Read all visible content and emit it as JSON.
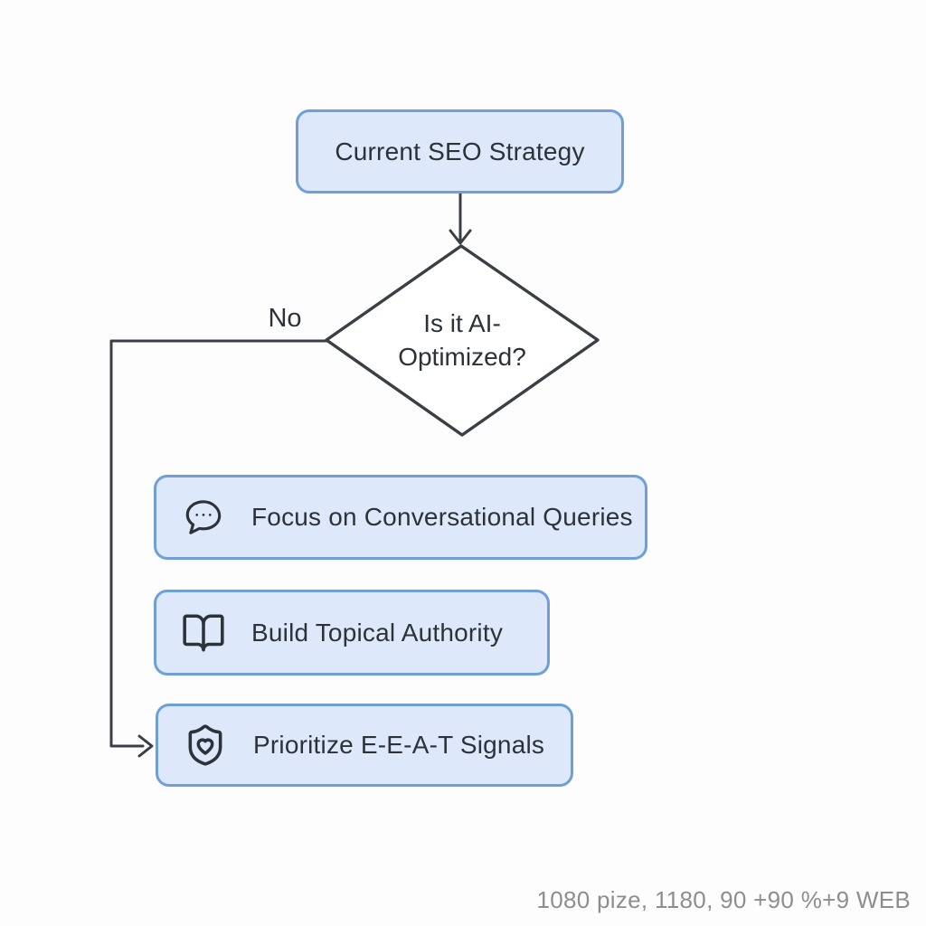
{
  "diagram": {
    "start_node": {
      "label": "Current SEO Strategy"
    },
    "decision_node": {
      "label": "Is it AI-Optimized?"
    },
    "no_edge_label": "No",
    "action_nodes": [
      {
        "icon": "chat-bubble-icon",
        "label": "Focus on Conversational Queries"
      },
      {
        "icon": "open-book-icon",
        "label": "Build Topical Authority"
      },
      {
        "icon": "shield-heart-icon",
        "label": "Prioritize E-E-A-T Signals"
      }
    ],
    "colors": {
      "node_fill": "#dde9fb",
      "node_border": "#6f9fd7",
      "connector": "#3a3f45",
      "node_text": "#2c3238",
      "watermark_text": "#8e8e8e"
    }
  },
  "watermark": {
    "text": "1080 pize, 1180, 90 +90 %+9 WEB"
  }
}
